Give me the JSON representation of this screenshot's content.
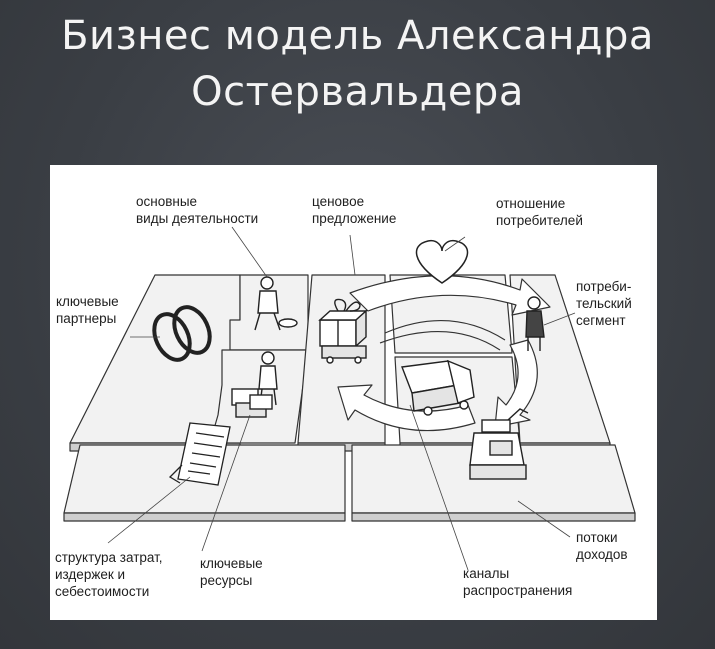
{
  "slide": {
    "title_line1": "Бизнес модель Александра",
    "title_line2": "Остервальдера"
  },
  "labels": {
    "key_activities": "основные\nвиды деятельности",
    "value_proposition": "ценовое\nпредложение",
    "customer_relationships": "отношение\nпотребителей",
    "key_partners": "ключевые\nпартнеры",
    "customer_segments": "потреби-\nтельский\nсегмент",
    "cost_structure": "структура затрат,\nиздержек и\nсебестоимости",
    "key_resources": "ключевые\nресурсы",
    "channels": "каналы\nраспространения",
    "revenue_streams": "потоки\nдоходов"
  }
}
